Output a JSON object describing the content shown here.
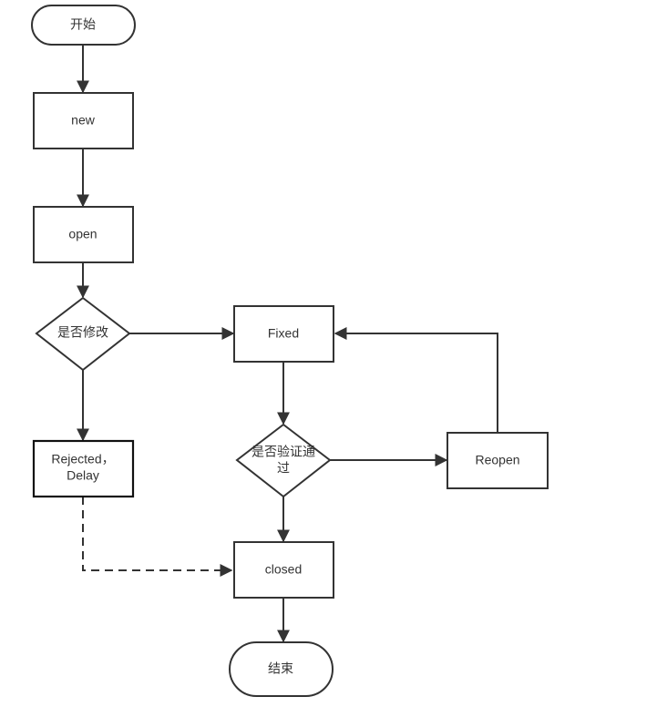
{
  "nodes": {
    "start": "开始",
    "new": "new",
    "open": "open",
    "decision_modify": "是否修改",
    "fixed": "Fixed",
    "rejected_line1": "Rejected，",
    "rejected_line2": "Delay",
    "decision_verify_line1": "是否验证通",
    "decision_verify_line2": "过",
    "reopen": "Reopen",
    "closed": "closed",
    "end": "结束"
  },
  "colors": {
    "stroke": "#333333",
    "text": "#333333",
    "background": "#ffffff"
  }
}
